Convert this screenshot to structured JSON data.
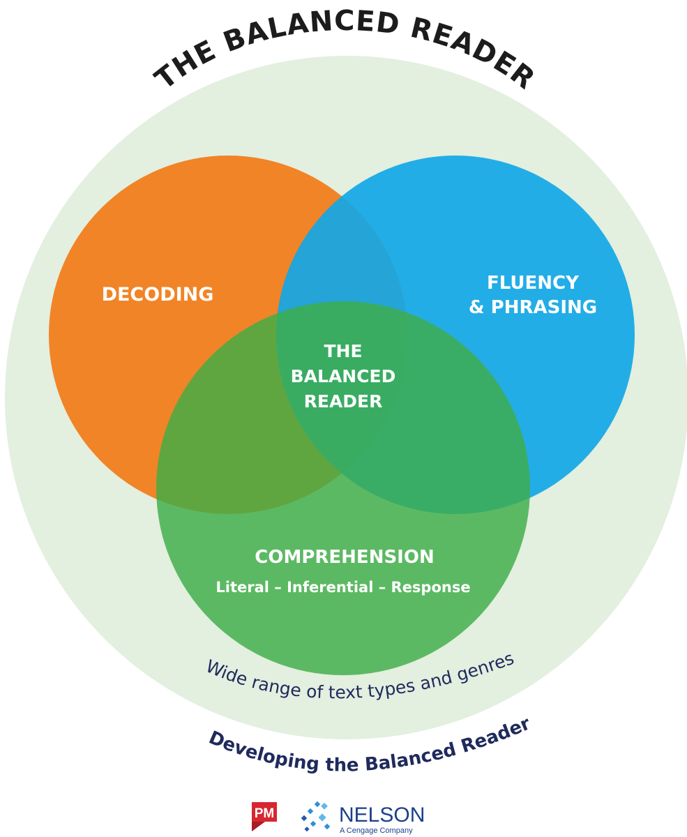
{
  "title": "THE BALANCED READER",
  "circles": {
    "decoding": {
      "label": "DECODING",
      "color": "#F18426"
    },
    "fluency": {
      "line1": "FLUENCY",
      "line2": "& PHRASING",
      "color": "#12A7E6"
    },
    "comprehension": {
      "label": "COMPREHENSION",
      "sublabel": "Literal – Inferential – Response",
      "color": "#3EAD48"
    }
  },
  "center": {
    "line1": "THE",
    "line2": "BALANCED",
    "line3": "READER"
  },
  "outer_ring": {
    "label": "Wide range of text types and genres",
    "color": "#E3EFDF"
  },
  "footer_caption": "Developing the Balanced Reader",
  "logos": {
    "pm": "PM",
    "nelson": "NELSON",
    "nelson_sub": "A Cengage Company"
  },
  "colors": {
    "title_text": "#1C1C1C",
    "navy_text": "#1F2A5C",
    "pm_red": "#D7262F"
  }
}
